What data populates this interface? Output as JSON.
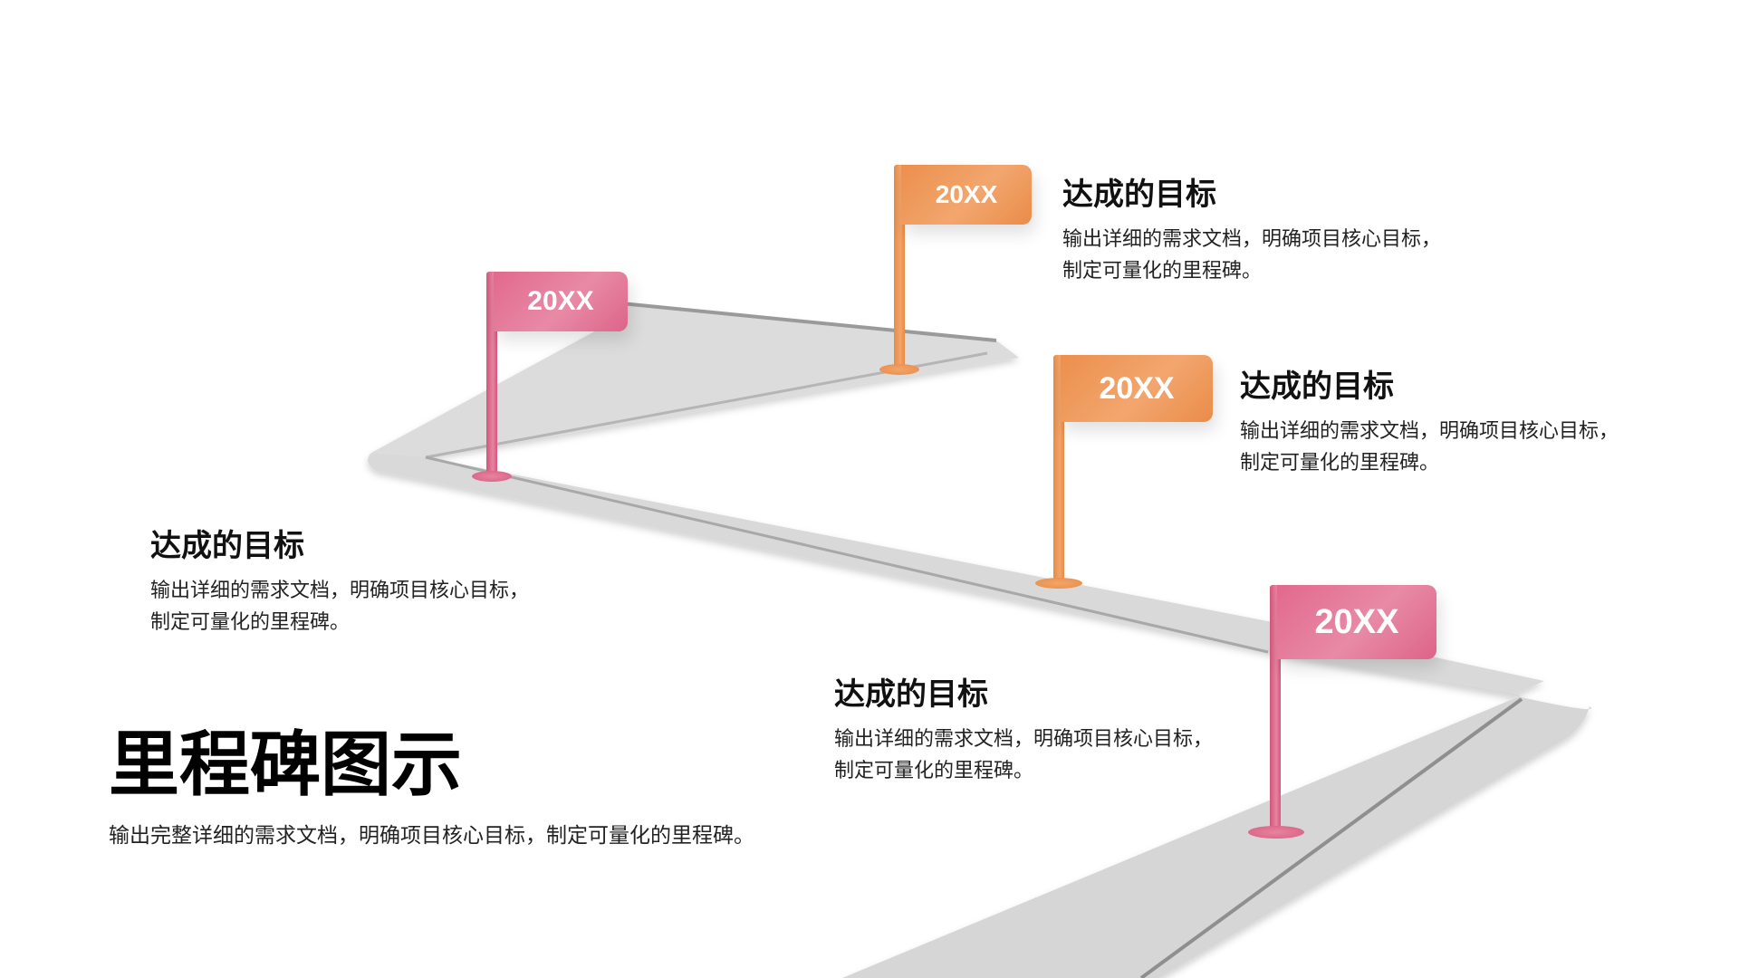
{
  "title": "里程碑图示",
  "subtitle": "输出完整详细的需求文档，明确项目核心目标，制定可量化的里程碑。",
  "colors": {
    "pink": "#e2698e",
    "orange": "#ec8f4d",
    "road": "#d8d8d8",
    "road_edge": "#9a9a9a"
  },
  "milestones": [
    {
      "label": "20XX",
      "color": "pink",
      "title": "达成的目标",
      "desc": "输出详细的需求文档，明确项目核心目标，制定可量化的里程碑。"
    },
    {
      "label": "20XX",
      "color": "orange",
      "title": "达成的目标",
      "desc": "输出详细的需求文档，明确项目核心目标，制定可量化的里程碑。"
    },
    {
      "label": "20XX",
      "color": "orange",
      "title": "达成的目标",
      "desc": "输出详细的需求文档，明确项目核心目标，制定可量化的里程碑。"
    },
    {
      "label": "20XX",
      "color": "pink",
      "title": "达成的目标",
      "desc": "输出详细的需求文档，明确项目核心目标，制定可量化的里程碑。"
    }
  ]
}
